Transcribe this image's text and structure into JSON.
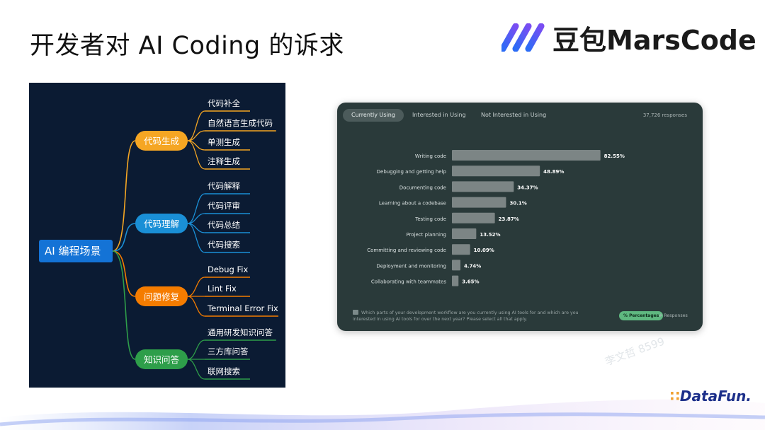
{
  "slide_title": "开发者对 AI Coding 的诉求",
  "logo": {
    "text": "豆包MarsCode",
    "icon": "marscode-logo-icon"
  },
  "mindmap": {
    "root": "AI 编程场景",
    "branches": [
      {
        "label": "代码生成",
        "color": "#f5a623",
        "items": [
          "代码补全",
          "自然语言生成代码",
          "单测生成",
          "注释生成"
        ]
      },
      {
        "label": "代码理解",
        "color": "#1a8fd6",
        "items": [
          "代码解释",
          "代码评审",
          "代码总结",
          "代码搜索"
        ]
      },
      {
        "label": "问题修复",
        "color": "#f57c00",
        "items": [
          "Debug Fix",
          "Lint Fix",
          "Terminal Error Fix"
        ]
      },
      {
        "label": "知识问答",
        "color": "#2e9e4a",
        "items": [
          "通用研发知识问答",
          "三方库问答",
          "联网搜索"
        ]
      }
    ]
  },
  "card": {
    "tabs": [
      "Currently Using",
      "Interested in Using",
      "Not Interested in Using"
    ],
    "active_tab": 0,
    "responses": "37,726 responses",
    "footnote": "Which parts of your development workflow are you currently using AI tools for and which are you interested in using AI tools for over the next year? Please select all that apply.",
    "toggle_percentages": "% Percentages",
    "toggle_responses": "# Responses"
  },
  "chart_data": {
    "type": "bar",
    "orientation": "horizontal",
    "categories": [
      "Writing code",
      "Debugging and getting help",
      "Documenting code",
      "Learning about a codebase",
      "Testing code",
      "Project planning",
      "Committing and reviewing code",
      "Deployment and monitoring",
      "Collaborating with teammates"
    ],
    "values": [
      82.55,
      48.89,
      34.37,
      30.1,
      23.87,
      13.52,
      10.09,
      4.74,
      3.65
    ],
    "value_labels": [
      "82.55%",
      "48.89%",
      "34.37%",
      "30.1%",
      "23.87%",
      "13.52%",
      "10.09%",
      "4.74%",
      "3.65%"
    ],
    "xlim": [
      0,
      100
    ],
    "bar_color": "#7c8585",
    "grid": false
  },
  "watermark": "李文哲 8599",
  "footer_logo": {
    "text": "DataFun."
  }
}
